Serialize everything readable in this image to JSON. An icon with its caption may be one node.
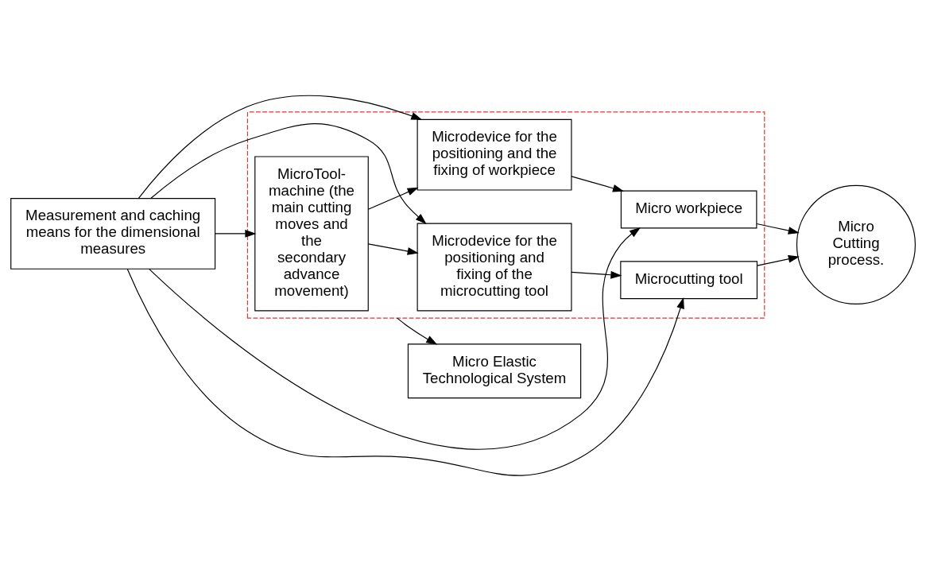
{
  "diagram": {
    "nodes": [
      {
        "text": [
          "Micro Elastic Technological System"
        ]
      },
      {
        "text": [],
        "shape": "box"
      },
      {
        "text": [
          "MicroTool-machine (the main cutting moves and the secondary advance movement)"
        ],
        "in": 1
      },
      {
        "text": [
          "Microdevice for the positioning and the fixing of workpiece"
        ],
        "in": 1
      },
      {
        "text": [
          "Micro workpiece"
        ],
        "in": 1
      },
      {
        "text": [
          "Measurement and caching means for the dimensional measures"
        ]
      },
      {
        "text": [
          "Microdevice for the positioning and fixing of the microcutting tool"
        ],
        "in": 1
      },
      {
        "text": [
          "Microcutting tool"
        ],
        "in": 1
      },
      {
        "text": [
          "Micro Cutting process."
        ]
      }
    ],
    "edges": [
      {
        "from": 1,
        "to": 0,
        "arrow": "to"
      },
      {
        "from": 2,
        "to": 3,
        "arrow": "to"
      },
      {
        "from": 3,
        "to": 4,
        "arrow": "to"
      },
      {
        "from": 4,
        "to": 8,
        "arrow": "to"
      },
      {
        "from": 5,
        "to": 3,
        "arrow": "to"
      },
      {
        "from": 5,
        "to": 4,
        "arrow": "to"
      },
      {
        "from": 5,
        "to": 2,
        "arrow": "to"
      },
      {
        "from": 5,
        "to": 6,
        "arrow": "to"
      },
      {
        "from": 5,
        "to": 7,
        "arrow": "to"
      },
      {
        "from": 2,
        "to": 6,
        "arrow": "to"
      },
      {
        "from": 6,
        "to": 7,
        "arrow": "to"
      },
      {
        "from": 7,
        "to": 8,
        "arrow": "to"
      }
    ]
  }
}
